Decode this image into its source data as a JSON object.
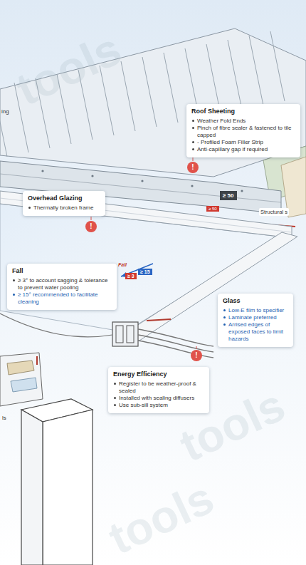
{
  "diagram": {
    "nodes": [
      {
        "text": [
          "Roof Sheeting",
          "Weather Fold Ends",
          "Pinch of fibre sealer & fastened to tile capped",
          "- Profiled Foam Filler Strip",
          "Anti-capillary gap if required"
        ]
      },
      {
        "text": [
          "Overhead Glazing",
          "Thermally broken frame"
        ]
      },
      {
        "text": [
          "Fall",
          "≥ 3° to account sagging & tolerance to prevent water pooling",
          "≥ 15° recommended to facilitate cleaning"
        ]
      },
      {
        "text": [
          "Glass",
          "Low-E film to specifier",
          "Laminate preferred",
          "Arrised edges of exposed faces to limit hazards"
        ]
      },
      {
        "text": [
          "Energy Efficiency",
          "Register to be weather-proof & sealed",
          "Installed with sealing diffusers",
          "Use sub-sill system"
        ]
      }
    ],
    "labels": [
      "ing",
      "≥ 50",
      "≥ 50",
      "Structural s",
      "Fall",
      "≥ 3",
      "≥ 15",
      "ls",
      "!",
      "!",
      "!",
      "tools",
      "tools",
      "tools"
    ]
  }
}
